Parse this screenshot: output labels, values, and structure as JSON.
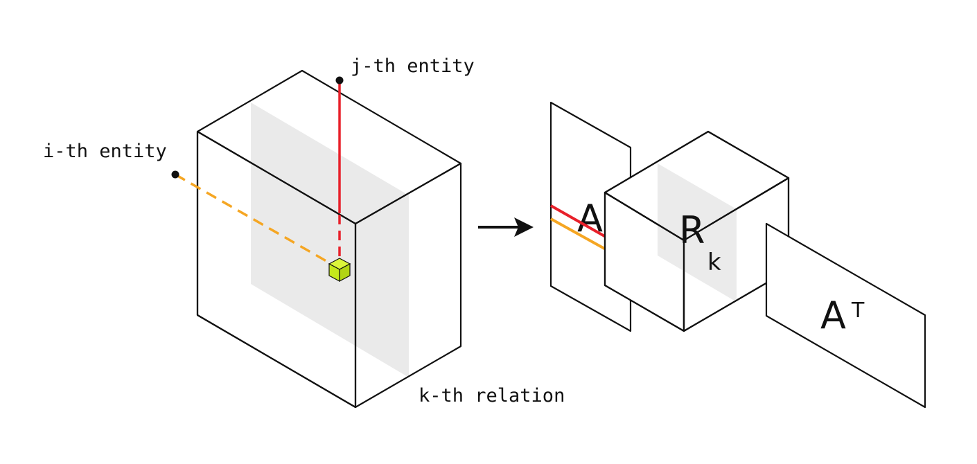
{
  "tensor": {
    "i_label": "i-th entity",
    "j_label": "j-th entity",
    "k_label": "k-th relation"
  },
  "decomposition": {
    "left_factor": "A",
    "core_main": "R",
    "core_sub": "k",
    "right_factor_main": "A",
    "right_factor_sup": "T"
  },
  "colors": {
    "i_line": "#f5a623",
    "j_line": "#e8202a",
    "cell": "#ccf01a",
    "slice": "#e6e6e6",
    "outline": "#111111"
  }
}
